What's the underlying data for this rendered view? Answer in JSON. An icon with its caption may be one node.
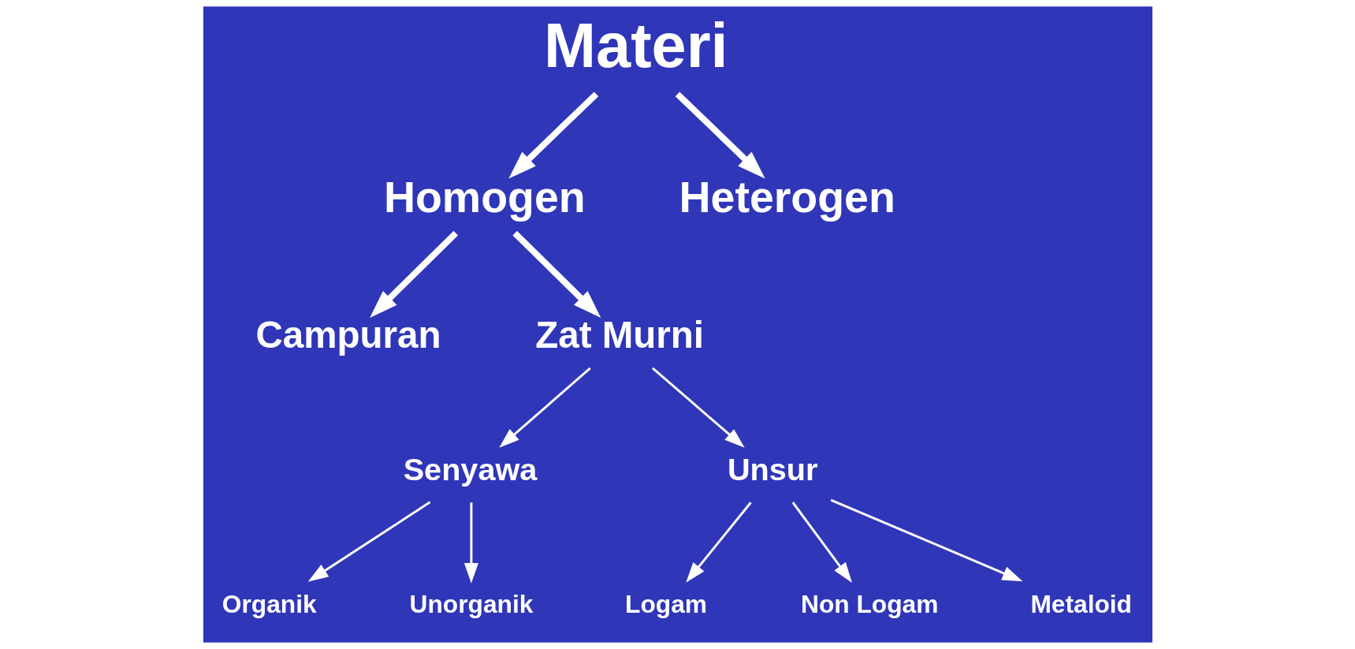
{
  "diagram": {
    "nodes": [
      {
        "text": [
          "Materi"
        ]
      },
      {
        "text": [
          "Homogen"
        ]
      },
      {
        "text": [
          "Heterogen"
        ]
      },
      {
        "text": [
          "Campuran"
        ]
      },
      {
        "text": [
          "Zat Murni"
        ]
      },
      {
        "text": [
          "Senyawa"
        ]
      },
      {
        "text": [
          "Unsur"
        ]
      },
      {
        "text": [
          "Organik"
        ]
      },
      {
        "text": [
          "Unorganik"
        ]
      },
      {
        "text": [
          "Logam"
        ]
      },
      {
        "text": [
          "Non Logam"
        ]
      },
      {
        "text": [
          "Metaloid"
        ]
      }
    ],
    "edges": [
      {
        "from": 0,
        "to": 1,
        "arrow": "to",
        "style": "thick"
      },
      {
        "from": 0,
        "to": 2,
        "arrow": "to",
        "style": "thick"
      },
      {
        "from": 1,
        "to": 3,
        "arrow": "to",
        "style": "thick"
      },
      {
        "from": 1,
        "to": 4,
        "arrow": "to",
        "style": "thick"
      },
      {
        "from": 4,
        "to": 5,
        "arrow": "to"
      },
      {
        "from": 4,
        "to": 6,
        "arrow": "to"
      },
      {
        "from": 5,
        "to": 7,
        "arrow": "to"
      },
      {
        "from": 5,
        "to": 8,
        "arrow": "to"
      },
      {
        "from": 6,
        "to": 9,
        "arrow": "to"
      },
      {
        "from": 6,
        "to": 10,
        "arrow": "to"
      },
      {
        "from": 6,
        "to": 11,
        "arrow": "to"
      }
    ]
  }
}
